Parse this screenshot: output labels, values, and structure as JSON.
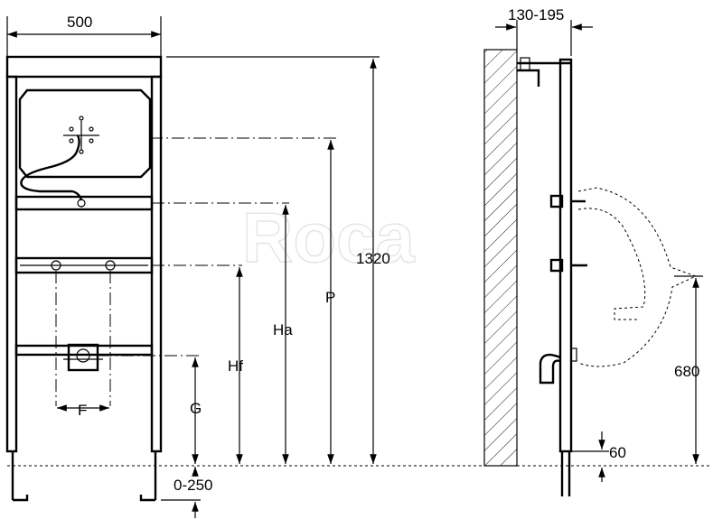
{
  "watermark": "Roca",
  "dimensions": {
    "width_frame": "500",
    "total_height": "1320",
    "p": "P",
    "ha": "Ha",
    "hf": "Hf",
    "g": "G",
    "f": "F",
    "foot_adjust": "0-250",
    "wall_distance": "130-195",
    "urinal_height": "680",
    "inlet_height": "60"
  }
}
